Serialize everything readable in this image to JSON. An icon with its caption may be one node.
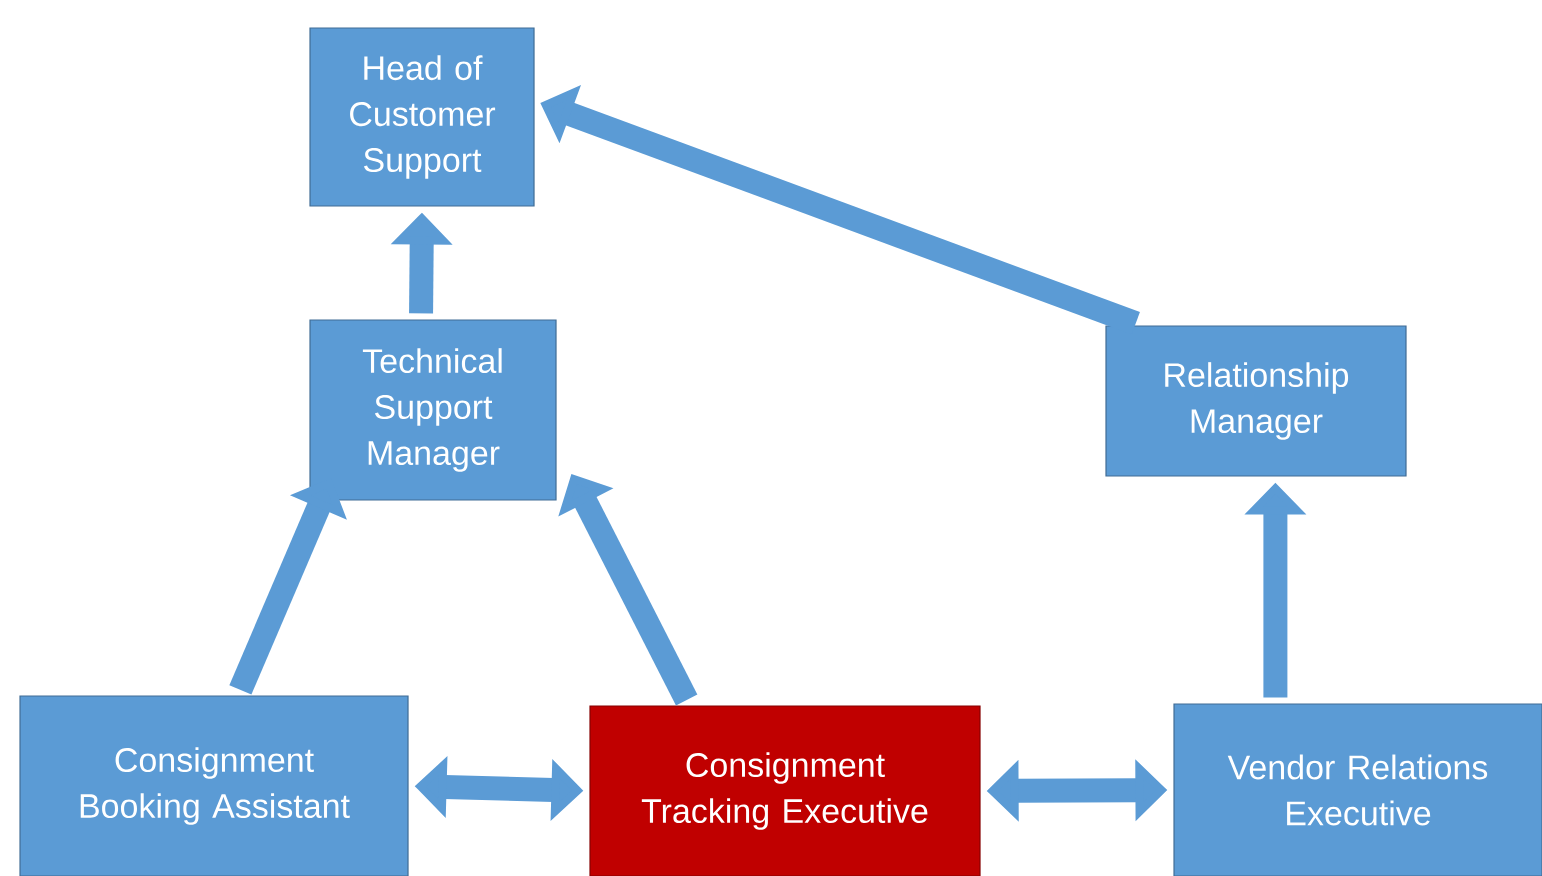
{
  "diagram": {
    "nodes": [
      {
        "text": [
          "Head of Customer Support"
        ]
      },
      {
        "text": [
          "Technical Support Manager"
        ]
      },
      {
        "text": [
          "Relationship Manager"
        ]
      },
      {
        "text": [
          "Consignment Booking Assistant"
        ]
      },
      {
        "text": [
          "Consignment Tracking Executive"
        ]
      },
      {
        "text": [
          "Vendor Relations Executive"
        ]
      }
    ],
    "edges": [
      {
        "from": 1,
        "to": 0,
        "arrow": "to"
      },
      {
        "from": 3,
        "to": 1,
        "arrow": "to"
      },
      {
        "from": 4,
        "to": 1,
        "arrow": "to"
      },
      {
        "from": 3,
        "to": 4,
        "arrow": "both"
      },
      {
        "from": 4,
        "to": 5,
        "arrow": "both"
      },
      {
        "from": 5,
        "to": 2,
        "arrow": "to"
      },
      {
        "from": 2,
        "to": 0,
        "arrow": "to"
      }
    ]
  }
}
